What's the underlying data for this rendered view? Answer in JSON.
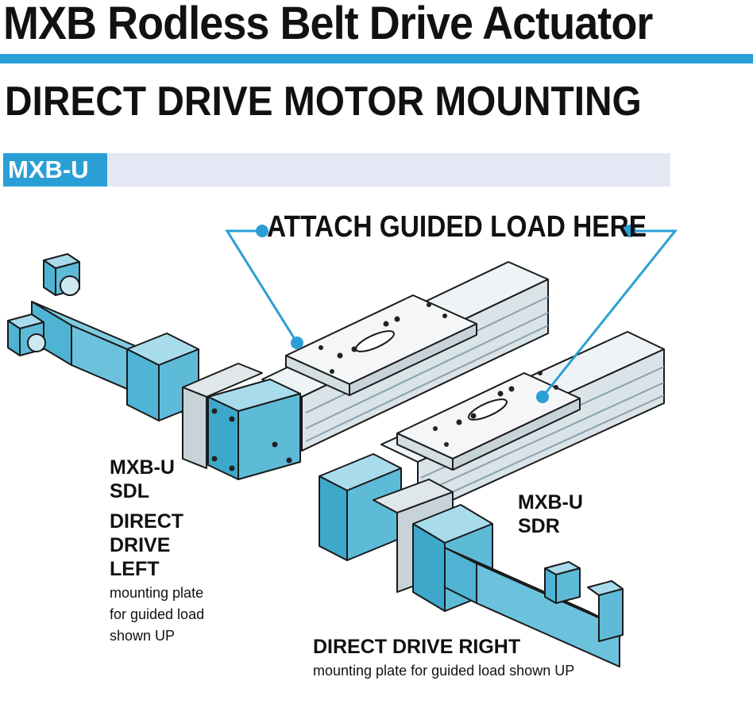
{
  "header": {
    "title": "MXB Rodless Belt Drive Actuator",
    "subtitle": "DIRECT DRIVE MOTOR MOUNTING",
    "model_tag": "MXB-U"
  },
  "callout": {
    "text": "ATTACH GUIDED LOAD HERE"
  },
  "left_unit": {
    "model": "MXB-U",
    "variant": "SDL",
    "line1": "DIRECT",
    "line2": "DRIVE",
    "line3": "LEFT",
    "desc1": "mounting plate",
    "desc2": "for guided load",
    "desc3": "shown UP"
  },
  "right_unit": {
    "model": "MXB-U",
    "variant": "SDR",
    "heading": "DIRECT DRIVE RIGHT",
    "desc": "mounting plate for guided load shown UP"
  },
  "colors": {
    "accent": "#2a9fd6",
    "motor_blue": "#5bbcd8",
    "rail_light": "#e6eef2",
    "outline": "#1a1a1a"
  }
}
